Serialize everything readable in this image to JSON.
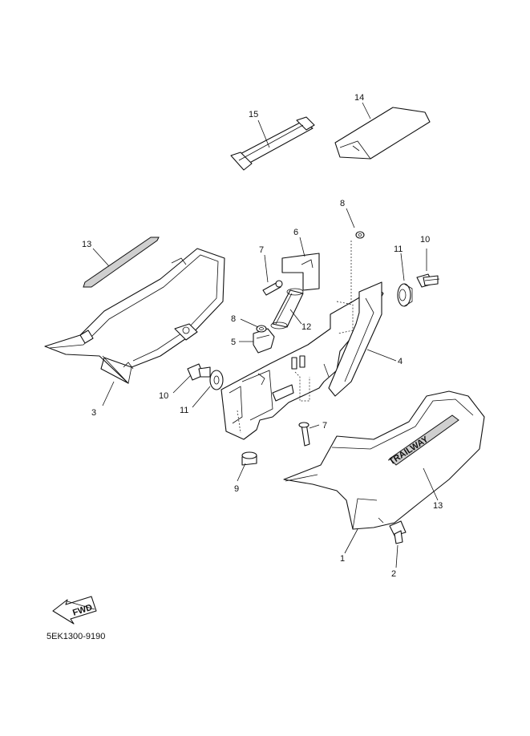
{
  "diagram": {
    "code": "5EK1300-9190",
    "fwd_label": "FWD",
    "emblem_text": "TRAILWAY",
    "callouts": {
      "c1": "1",
      "c2": "2",
      "c3": "3",
      "c4": "4",
      "c5": "5",
      "c6": "6",
      "c7a": "7",
      "c7b": "7",
      "c8a": "8",
      "c8b": "8",
      "c9": "9",
      "c10a": "10",
      "c10b": "10",
      "c11a": "11",
      "c11b": "11",
      "c12": "12",
      "c13a": "13",
      "c13b": "13",
      "c14": "14",
      "c15": "15"
    }
  }
}
